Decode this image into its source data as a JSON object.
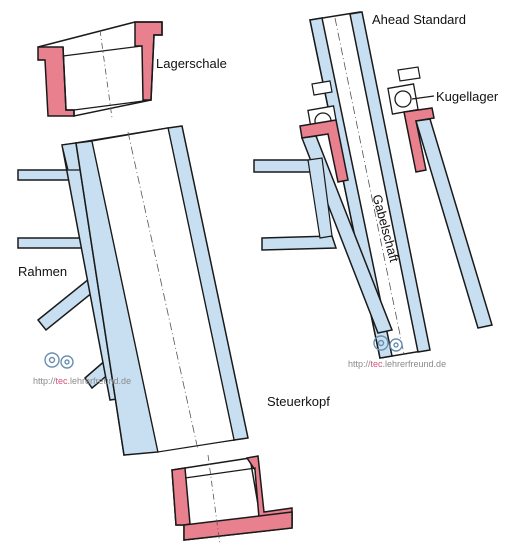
{
  "labels": {
    "lagerschale": "Lagerschale",
    "rahmen": "Rahmen",
    "steuerkopf": "Steuerkopf",
    "ahead_standard": "Ahead Standard",
    "kugellager": "Kugellager",
    "gabelschaft": "Gabelschaft"
  },
  "watermark": {
    "prefix": "http://",
    "highlight": "tec",
    "suffix": ".lehrerfreund.de"
  },
  "colors": {
    "tube_fill": "#c7dff0",
    "bearing_fill": "#e8808e",
    "outline": "#1a1a1a",
    "watermark": "#8a8a8a",
    "watermark_highlight": "#d4527a"
  }
}
